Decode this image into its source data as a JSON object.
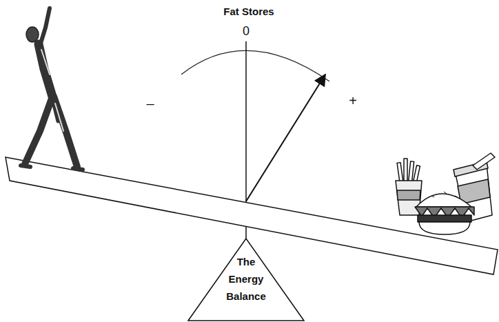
{
  "diagram": {
    "nodes": [
      {
        "text": [
          "The Energy Balance"
        ]
      }
    ],
    "labels": [
      "Fat Stores",
      "0",
      "–",
      "+"
    ]
  }
}
